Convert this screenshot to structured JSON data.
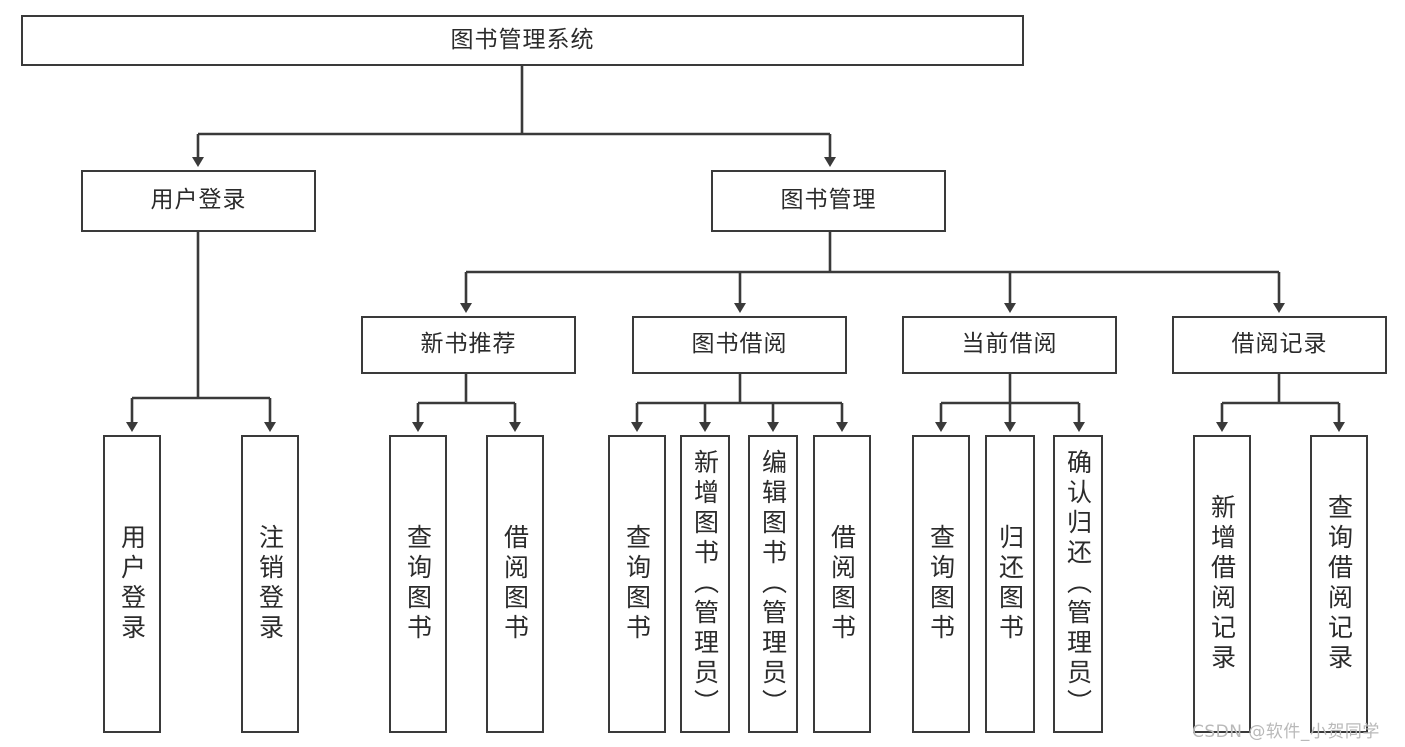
{
  "diagram": {
    "title": "图书管理系统",
    "type": "tree-hierarchy",
    "levels": {
      "root": {
        "label": "图书管理系统"
      },
      "level2": [
        {
          "label": "用户登录"
        },
        {
          "label": "图书管理"
        }
      ],
      "level3": [
        {
          "label": "新书推荐"
        },
        {
          "label": "图书借阅"
        },
        {
          "label": "当前借阅"
        },
        {
          "label": "借阅记录"
        }
      ],
      "leaves_user_login": [
        {
          "label": "用户登录"
        },
        {
          "label": "注销登录"
        }
      ],
      "leaves_new_book": [
        {
          "label": "查询图书"
        },
        {
          "label": "借阅图书"
        }
      ],
      "leaves_borrow": [
        {
          "label": "查询图书"
        },
        {
          "label": "新增图书（管理员）"
        },
        {
          "label": "编辑图书（管理员）"
        },
        {
          "label": "借阅图书"
        }
      ],
      "leaves_current": [
        {
          "label": "查询图书"
        },
        {
          "label": "归还图书"
        },
        {
          "label": "确认归还（管理员）"
        }
      ],
      "leaves_records": [
        {
          "label": "新增借阅记录"
        },
        {
          "label": "查询借阅记录"
        }
      ]
    }
  },
  "watermark": {
    "text": "CSDN @软件_小贺同学"
  },
  "colors": {
    "border": "#3a3a3a",
    "text": "#2b2b2b",
    "background": "#ffffff",
    "watermark": "#b9b9b9"
  }
}
